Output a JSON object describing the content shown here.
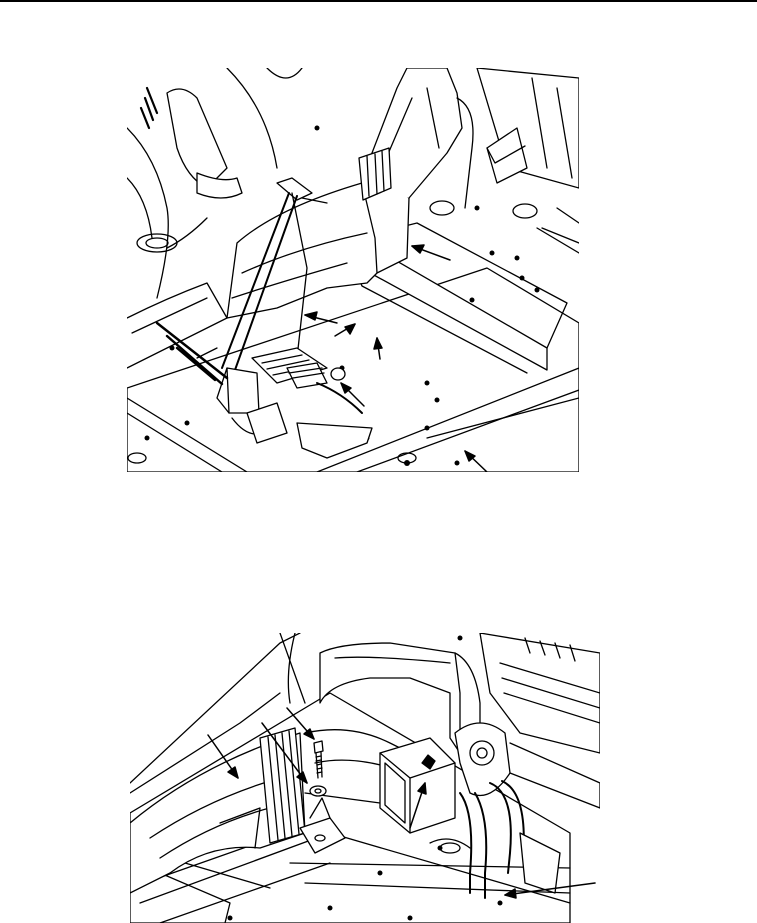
{
  "page": {
    "figures": [
      {
        "id": "figure-1",
        "content": "line-drawing"
      },
      {
        "id": "figure-2",
        "content": "line-drawing"
      }
    ]
  }
}
